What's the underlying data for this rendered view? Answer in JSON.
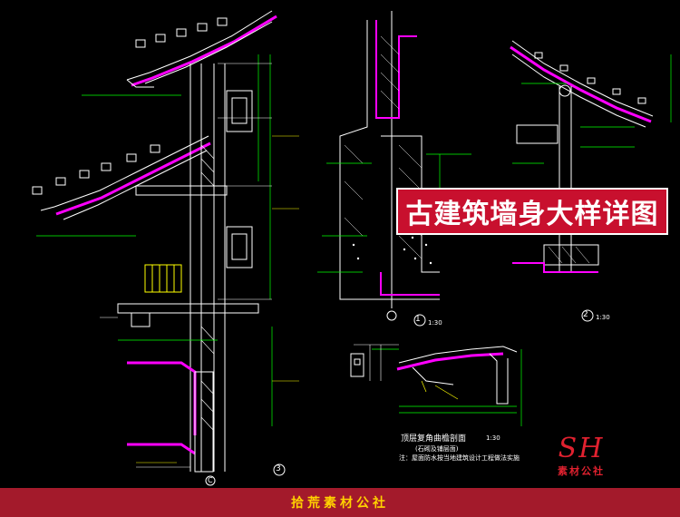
{
  "title": "古建筑墙身大样详图",
  "footer": "拾荒素材公社",
  "logo": {
    "mark": "SH",
    "subtitle": "素材公社"
  },
  "details": [
    {
      "id": "1",
      "scale": "1:30"
    },
    {
      "id": "2",
      "scale": "1:30"
    },
    {
      "id": "3",
      "scale": ""
    },
    {
      "id": "C",
      "scale": ""
    }
  ],
  "eave_detail": {
    "title": "顶层复角曲檐剖面",
    "scale": "1:30",
    "subtitle": "(石砌及铺层面)",
    "note": "注：屋面防水按当地建筑设计工程做法实施"
  },
  "colors": {
    "background": "#000000",
    "title_bg": "#c8102e",
    "footer_bg": "#a31a2b",
    "footer_text": "#ffd200",
    "logo": "#e0212f",
    "line_white": "#ffffff",
    "line_green": "#00ff00",
    "line_magenta": "#ff00ff",
    "line_yellow": "#ffff00",
    "line_red": "#ff3030"
  }
}
